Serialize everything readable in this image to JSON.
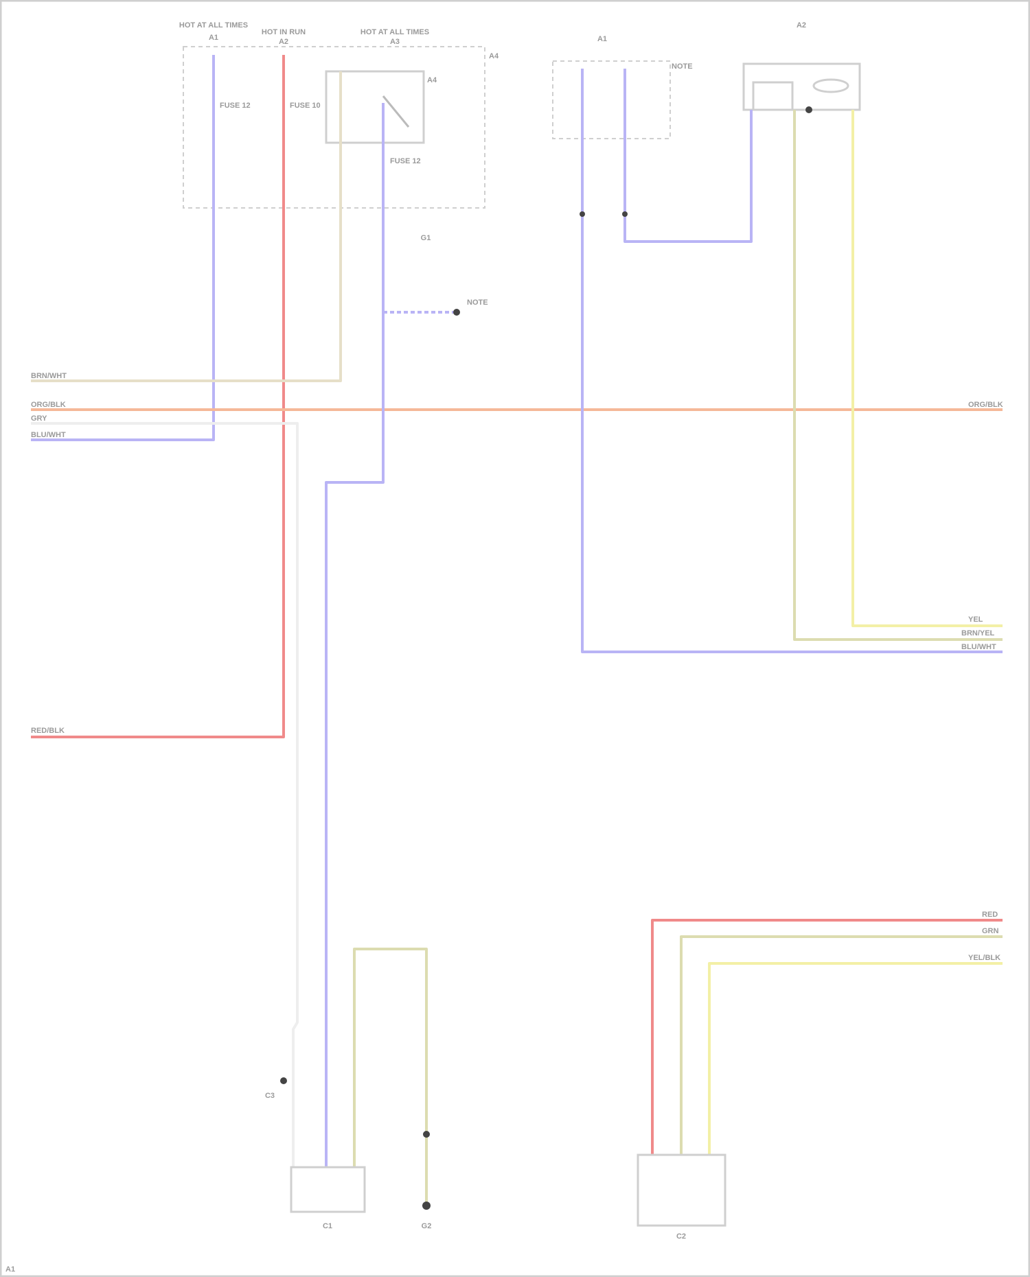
{
  "colors": {
    "blue": "#b9b4f5",
    "red": "#f08a8a",
    "orange": "#f5b898",
    "tan": "#e6dfc8",
    "gray": "#e4e4e4",
    "yellow": "#f3f0a6",
    "olive": "#dcdcb0"
  },
  "components": {
    "fuse_box_a": [
      "HOT AT ALL TIMES",
      "A1"
    ],
    "fuse_box_b": [
      "HOT IN RUN",
      "A2"
    ],
    "fuse_box_c": [
      "HOT AT ALL TIMES",
      "A3"
    ],
    "panel_note": "A4",
    "relay_note": "A4",
    "fuse_1": "FUSE 12",
    "fuse_2": "FUSE 10",
    "fuse_3": "FUSE 12",
    "ground_1": "G1",
    "splice_note": "NOTE",
    "box2_title": "A1",
    "box2_note": "NOTE",
    "module_title": "A2",
    "bottom_left_comp": "C1",
    "bottom_ground": "G2",
    "bottom_right_comp": "C2",
    "ground_2": "C3",
    "footer": "A1"
  },
  "wires": {
    "w_tan": "BRN/WHT",
    "w_orange": "ORG/BLK",
    "w_gray": "GRY",
    "w_blue": "BLU/WHT",
    "w_red": "RED/BLK",
    "w_orange_r": "ORG/BLK",
    "w_yel_r": "YEL",
    "w_tan_r": "BRN/YEL",
    "w_blue_r": "BLU/WHT",
    "w_red_br": "RED",
    "w_olive_br": "GRN",
    "w_yel_br": "YEL/BLK"
  }
}
